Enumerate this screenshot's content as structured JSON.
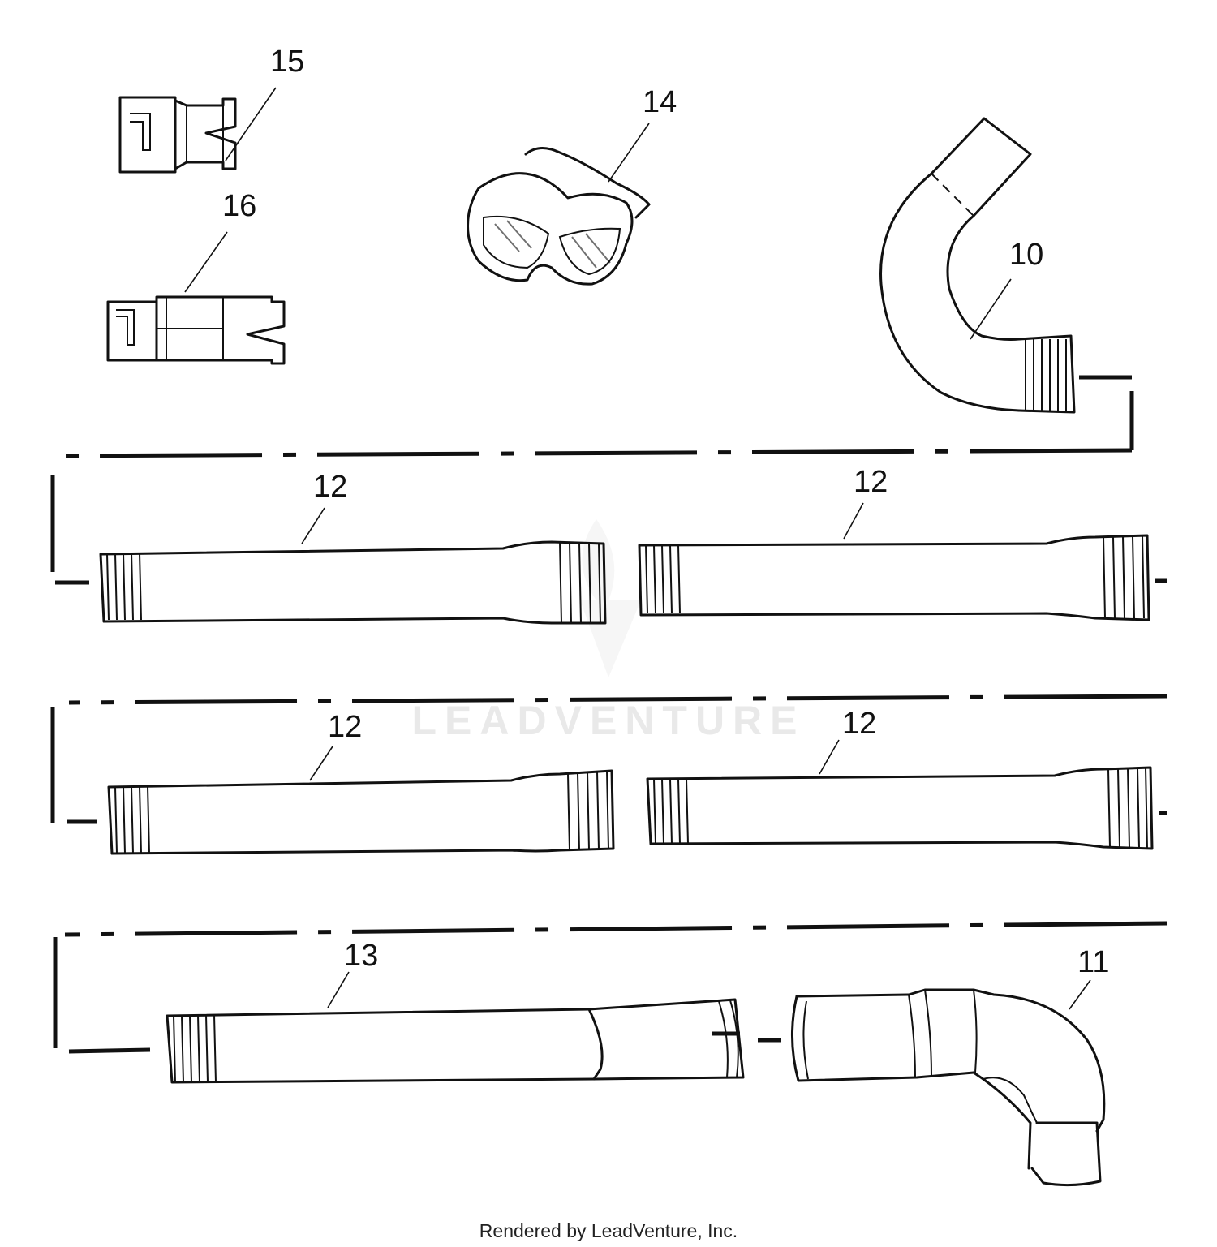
{
  "diagram": {
    "callouts": {
      "c15": "15",
      "c14": "14",
      "c16": "16",
      "c10": "10",
      "c12a": "12",
      "c12b": "12",
      "c12c": "12",
      "c12d": "12",
      "c13": "13",
      "c11": "11"
    },
    "watermark": "LEADVENTURE",
    "footer": "Rendered by LeadVenture, Inc."
  }
}
